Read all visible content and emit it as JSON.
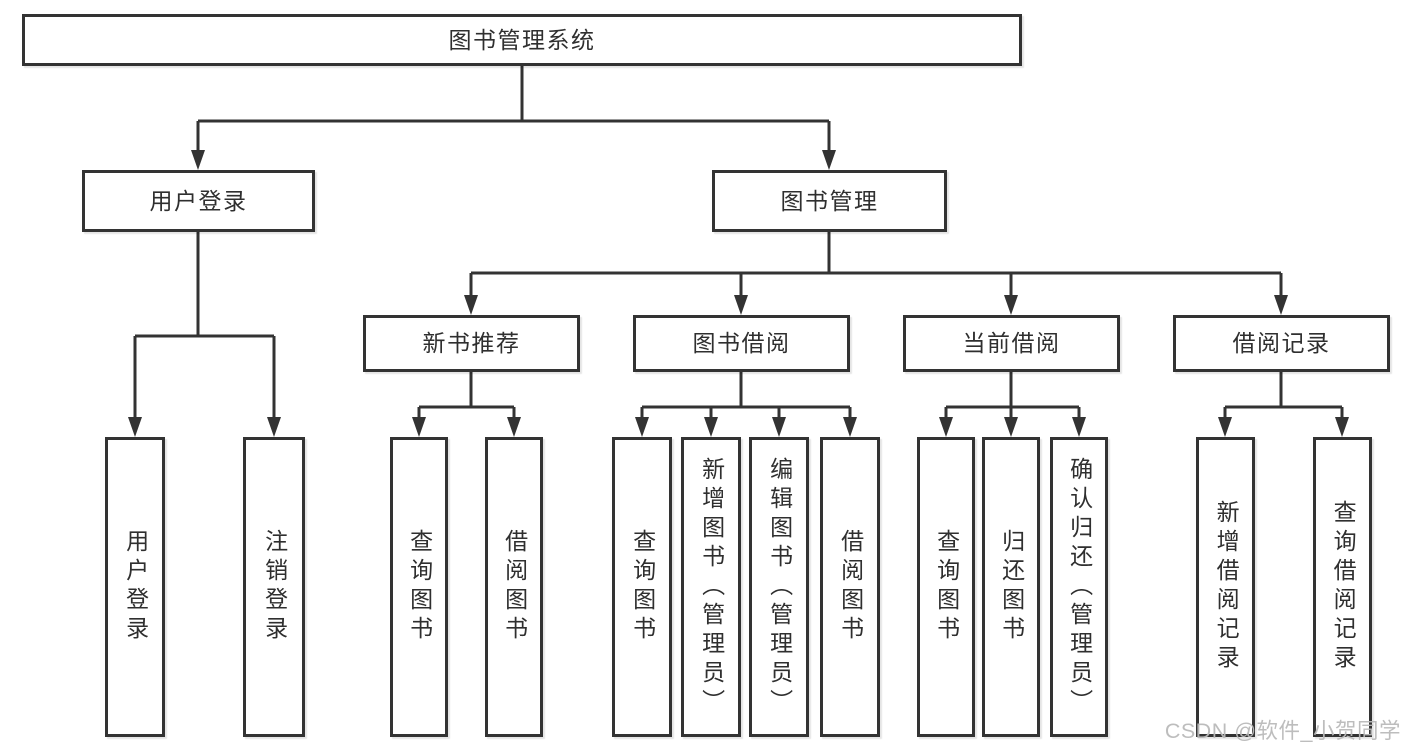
{
  "colors": {
    "line": "#333333",
    "box_border": "#333333",
    "box_fill": "#ffffff",
    "text": "#2f2f2f",
    "watermark": "#b9b9b9"
  },
  "watermark": "CSDN @软件_小贺同学",
  "tree": {
    "root": "图书管理系统",
    "children": [
      {
        "label": "用户登录",
        "children": [
          {
            "label": "用户登录"
          },
          {
            "label": "注销登录"
          }
        ]
      },
      {
        "label": "图书管理",
        "children": [
          {
            "label": "新书推荐",
            "children": [
              {
                "label": "查询图书"
              },
              {
                "label": "借阅图书"
              }
            ]
          },
          {
            "label": "图书借阅",
            "children": [
              {
                "label": "查询图书"
              },
              {
                "label": "新增图书（管理员）"
              },
              {
                "label": "编辑图书（管理员）"
              },
              {
                "label": "借阅图书"
              }
            ]
          },
          {
            "label": "当前借阅",
            "children": [
              {
                "label": "查询图书"
              },
              {
                "label": "归还图书"
              },
              {
                "label": "确认归还（管理员）"
              }
            ]
          },
          {
            "label": "借阅记录",
            "children": [
              {
                "label": "新增借阅记录"
              },
              {
                "label": "查询借阅记录"
              }
            ]
          }
        ]
      }
    ]
  }
}
